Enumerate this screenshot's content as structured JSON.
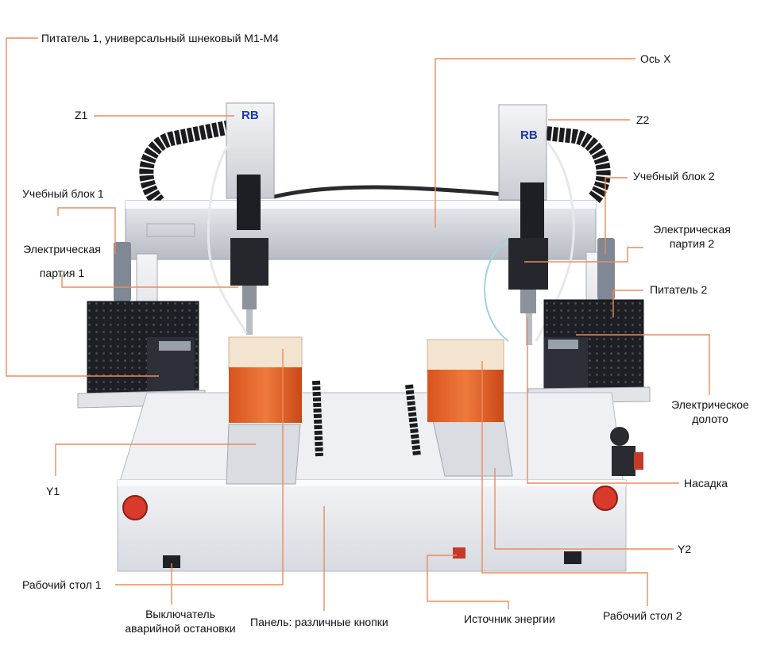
{
  "brand": {
    "left_head": "RB",
    "right_head": "RB",
    "accent": "#f08a5a",
    "head_text_color": "#1a3aa8"
  },
  "labels": {
    "feeder1": "Питатель 1, универсальный шнековый M1-M4",
    "axis_x": "Ось X",
    "z1": "Z1",
    "z2": "Z2",
    "teach1": "Учебный блок 1",
    "teach2": "Учебный блок 2",
    "elec1_line1": "Электрическая",
    "elec1_line2": "партия 1",
    "elec2_line1": "Электрическая",
    "elec2_line2": "партия 2",
    "feeder2": "Питатель 2",
    "chisel_line1": "Электрическое",
    "chisel_line2": "долото",
    "nozzle": "Насадка",
    "y1": "Y1",
    "y2": "Y2",
    "worktable1": "Рабочий стол 1",
    "worktable2": "Рабочий стол 2",
    "estop_line1": "Выключатель",
    "estop_line2": "аварийной остановки",
    "panel": "Панель: различные кнопки",
    "power": "Источник энергии"
  }
}
